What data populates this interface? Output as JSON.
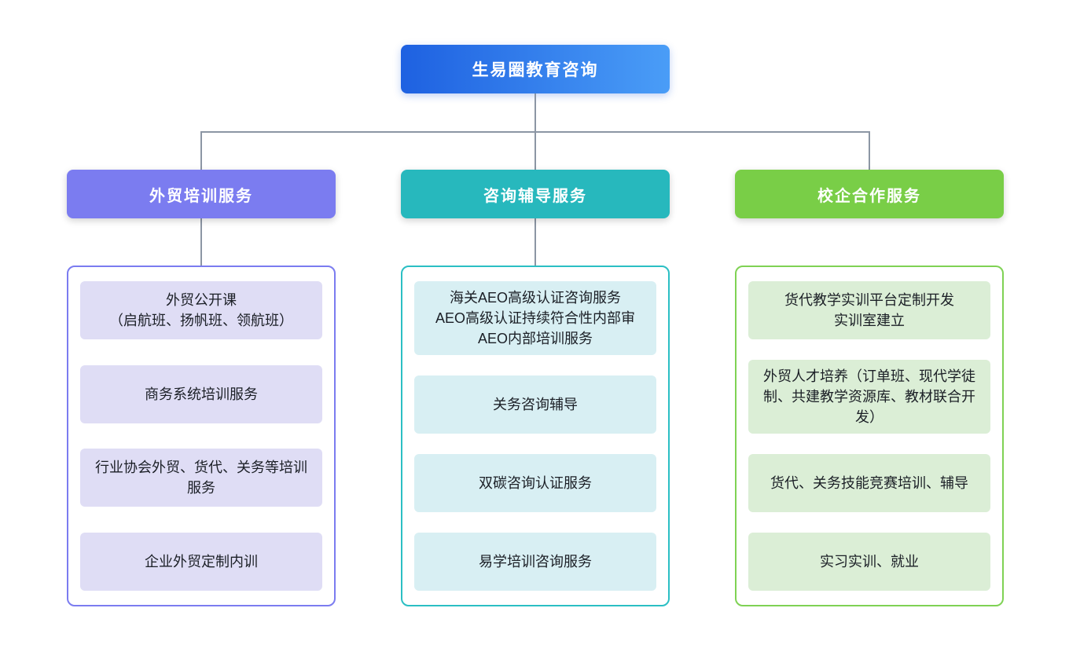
{
  "canvas": {
    "background": "#ffffff"
  },
  "connector_color": "#8c96a4",
  "root": {
    "label": "生易圈教育咨询",
    "gradient_start": "#1e61e1",
    "gradient_end": "#4a9df7",
    "text_color": "#ffffff"
  },
  "branches": [
    {
      "label": "外贸培训服务",
      "header_color": "#7b7cf0",
      "border_color": "#7b7cf0",
      "item_bg": "#dfddf5",
      "items": [
        {
          "text": "外贸公开课\n（启航班、扬帆班、领航班）"
        },
        {
          "text": "商务系统培训服务"
        },
        {
          "text": "行业协会外贸、货代、关务等培训服务"
        },
        {
          "text": "企业外贸定制内训"
        }
      ]
    },
    {
      "label": "咨询辅导服务",
      "header_color": "#27b8bd",
      "border_color": "#2bbfc4",
      "item_bg": "#d8eff3",
      "items": [
        {
          "text": "海关AEO高级认证咨询服务\nAEO高级认证持续符合性内部审\nAEO内部培训服务"
        },
        {
          "text": "关务咨询辅导"
        },
        {
          "text": "双碳咨询认证服务"
        },
        {
          "text": "易学培训咨询服务"
        }
      ]
    },
    {
      "label": "校企合作服务",
      "header_color": "#79ce47",
      "border_color": "#7fd254",
      "item_bg": "#dbeed6",
      "items": [
        {
          "text": "货代教学实训平台定制开发\n实训室建立"
        },
        {
          "text": "外贸人才培养（订单班、现代学徒制、共建教学资源库、教材联合开发）"
        },
        {
          "text": "货代、关务技能竞赛培训、辅导"
        },
        {
          "text": "实习实训、就业"
        }
      ]
    }
  ]
}
